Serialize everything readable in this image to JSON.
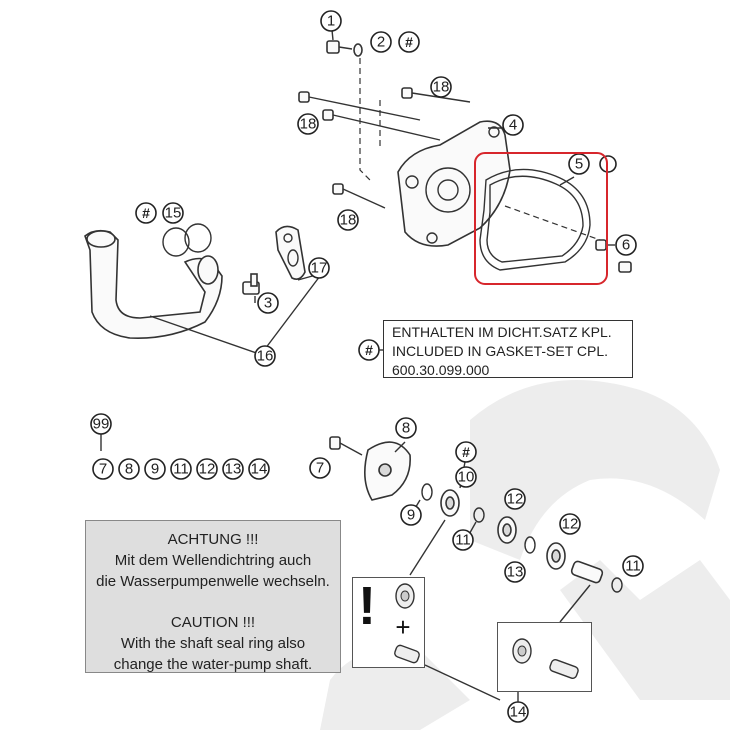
{
  "diagram": {
    "callouts": {
      "c1": "1",
      "c2": "2",
      "c3": "3",
      "c4": "4",
      "c5": "5",
      "c6": "6",
      "c7a": "7",
      "c7b": "7",
      "c8": "8",
      "c9": "9",
      "c10": "10",
      "c11a": "11",
      "c11b": "11",
      "c12a": "12",
      "c12b": "12",
      "c13": "13",
      "c14": "14",
      "c15": "15",
      "c16": "16",
      "c17": "17",
      "c18a": "18",
      "c18b": "18",
      "c18c": "18",
      "c99": "99",
      "c_unnamed": ""
    },
    "hash_symbol": "#",
    "kit_items": [
      "7",
      "8",
      "9",
      "11",
      "12",
      "13",
      "14"
    ],
    "gasket_note": {
      "line1": "ENTHALTEN IM DICHT.SATZ KPL.",
      "line2": "INCLUDED IN GASKET-SET CPL.",
      "line3": "600.30.099.000"
    },
    "caution_note": {
      "de_title": "ACHTUNG !!!",
      "de_line1": "Mit dem Wellendichtring auch",
      "de_line2": "die Wasserpumpenwelle wechseln.",
      "en_title": "CAUTION !!!",
      "en_line1": "With the shaft seal ring also",
      "en_line2": "change the water-pump shaft."
    },
    "detail_marks": {
      "exclamation": "!",
      "plus": "+"
    },
    "colors": {
      "highlight": "#d7262c",
      "watermark": "#ececec",
      "note_bg": "#dedede"
    }
  }
}
